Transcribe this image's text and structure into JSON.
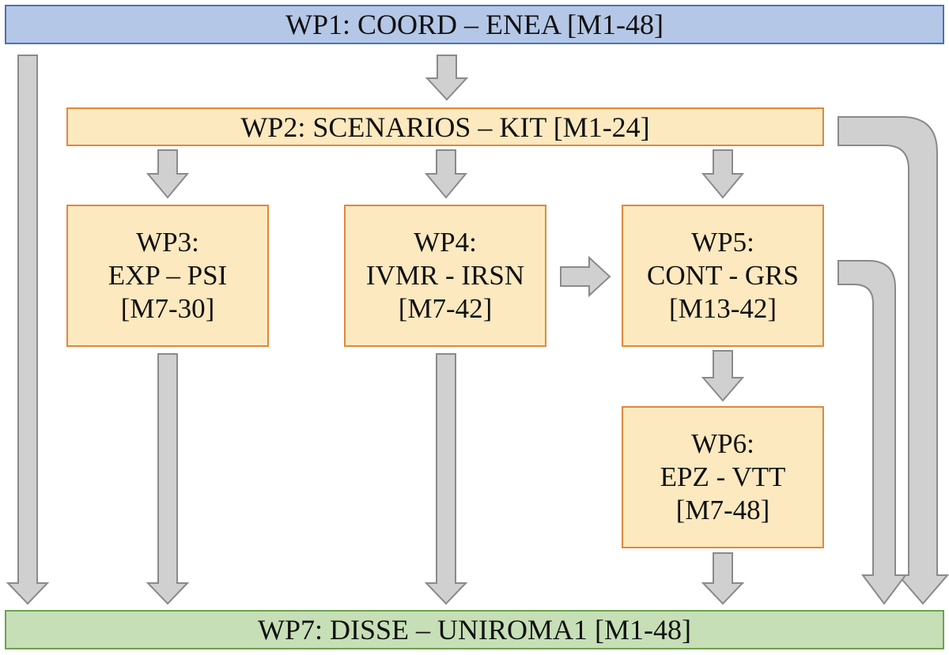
{
  "wp1": {
    "text": "WP1: COORD – ENEA [M1-48]",
    "color": "#b4c7e7"
  },
  "wp2": {
    "text": "WP2: SCENARIOS – KIT [M1-24]",
    "color": "#fde9bf"
  },
  "wp3": {
    "id": "WP3:",
    "name": "EXP – PSI",
    "period": "[M7-30]"
  },
  "wp4": {
    "id": "WP4:",
    "name": "IVMR - IRSN",
    "period": "[M7-42]"
  },
  "wp5": {
    "id": "WP5:",
    "name": "CONT - GRS",
    "period": "[M13-42]"
  },
  "wp6": {
    "id": "WP6:",
    "name": "EPZ - VTT",
    "period": "[M7-48]"
  },
  "wp7": {
    "text": "WP7: DISSE – UNIROMA1 [M1-48]",
    "color": "#c6dfb6"
  },
  "arrow_color": "#d0d0d0"
}
